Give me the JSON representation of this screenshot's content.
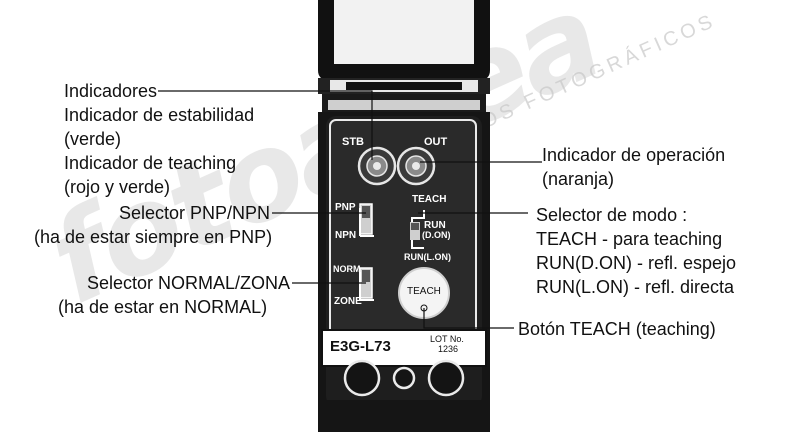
{
  "watermark": {
    "brand": "fotoalrea",
    "text": "MODELOS FOTOGRÁFICOS"
  },
  "device": {
    "model": "E3G-L73",
    "lot_label": "LOT No.",
    "lot_number": "1236",
    "stb": "STB",
    "out": "OUT",
    "pnp": "PNP",
    "npn": "NPN",
    "norm": "NORM",
    "zone": "ZONE",
    "teach": "TEACH",
    "run": "RUN",
    "d_on": "(D.ON)",
    "run_l_on": "RUN(L.ON)",
    "teach_button": "TEACH"
  },
  "labels": {
    "indicadores": "Indicadores",
    "estabilidad": "Indicador de estabilidad",
    "verde": "(verde)",
    "teaching": "Indicador de teaching",
    "rojo_verde": "(rojo y verde)",
    "pnp_selector": "Selector PNP/NPN",
    "pnp_note": "(ha de estar siempre en PNP)",
    "norm_selector": "Selector NORMAL/ZONA",
    "norm_note": "(ha de estar en NORMAL)",
    "operacion": "Indicador de operación",
    "naranja": "(naranja)",
    "modo": "Selector de modo :",
    "modo_teach": "TEACH - para teaching",
    "modo_don": "RUN(D.ON) - refl. espejo",
    "modo_lon": "RUN(L.ON) - refl. directa",
    "boton": "Botón TEACH (teaching)"
  }
}
